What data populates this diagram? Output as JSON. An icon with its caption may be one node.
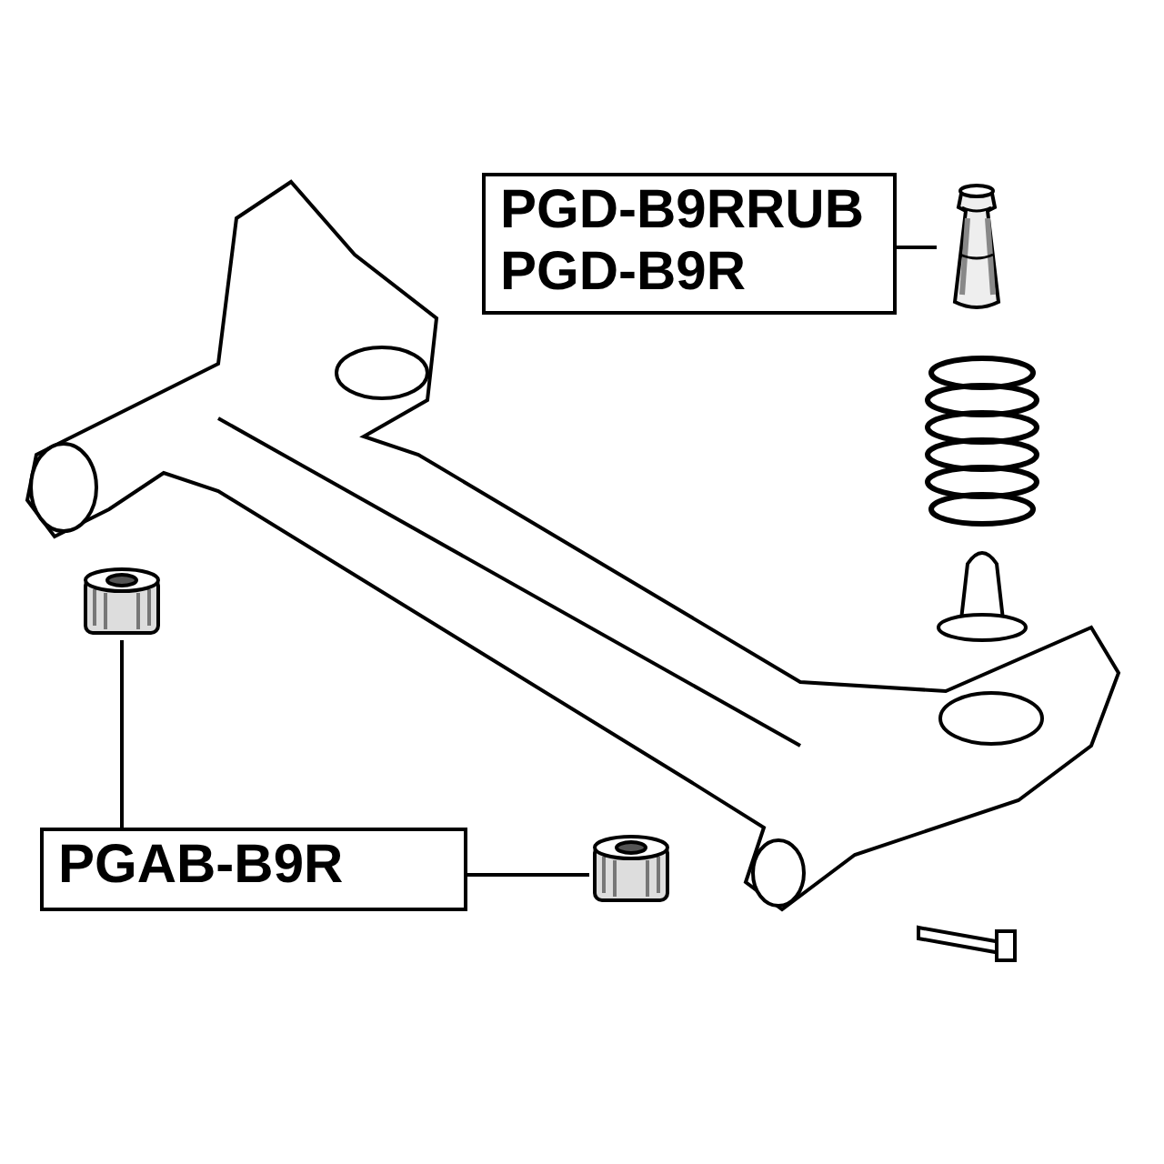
{
  "diagram": {
    "nodes": [
      {
        "text": [
          "PGD-B9RRUB",
          "PGD-B9R"
        ]
      },
      {
        "text": [],
        "shape": "picture"
      },
      {
        "text": [
          "PGAB-B9R"
        ]
      },
      {
        "text": [],
        "shape": "picture"
      },
      {
        "text": [],
        "shape": "picture"
      }
    ],
    "edges": [
      {
        "from": 0,
        "to": 1,
        "arrow": "none"
      },
      {
        "from": 2,
        "to": 3,
        "arrow": "none"
      },
      {
        "from": 2,
        "to": 4,
        "arrow": "none"
      }
    ]
  }
}
